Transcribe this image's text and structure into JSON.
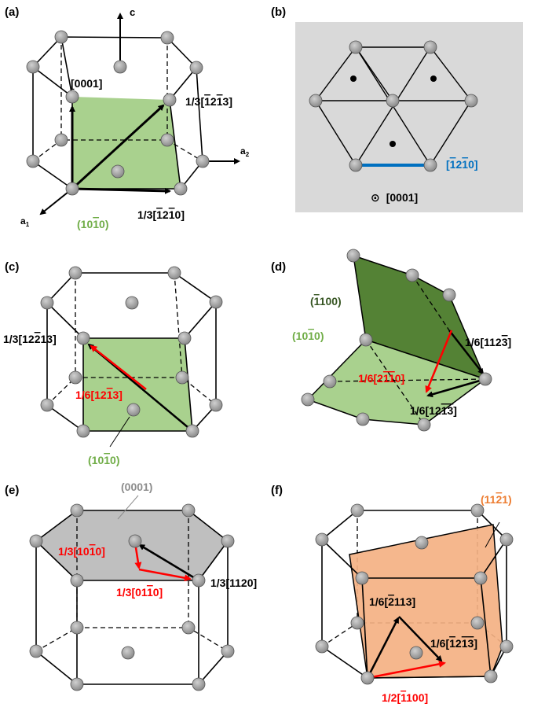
{
  "panels": {
    "a": {
      "tag": "(a)",
      "axis_c": "c",
      "axis_a1": "a",
      "axis_a1_sub": "1",
      "axis_a2": "a",
      "axis_a2_sub": "2",
      "dir_0001": "[0001]",
      "dir_top_prefix": "1/3[",
      "dir_top_a": "1",
      "dir_top_b": "2",
      "dir_top_c": "1",
      "dir_top_d": "3",
      "dir_bot_prefix": "1/3[",
      "dir_bot_a": "1",
      "dir_bot_b": "2",
      "dir_bot_c": "1",
      "dir_bot_d": "0",
      "plane_open": "(10",
      "plane_bar": "1",
      "plane_close": "0)"
    },
    "b": {
      "tag": "(b)",
      "dir_open": "[",
      "dir_a": "1",
      "dir_b": "2",
      "dir_c": "1",
      "dir_close": "0]",
      "zone_symbol": "⊙",
      "zone_axis": "[0001]"
    },
    "c": {
      "tag": "(c)",
      "dir_left_prefix": "1/3[12",
      "dir_left_bar": "2",
      "dir_left_rest": "13]",
      "dir_red_prefix": "1/6[12",
      "dir_red_bar": "1",
      "dir_red_rest": "3]",
      "plane_open": "(10",
      "plane_bar": "1",
      "plane_close": "0)"
    },
    "d": {
      "tag": "(d)",
      "plane_dark_open": "(",
      "plane_dark_bar": "1",
      "plane_dark_rest": "100)",
      "plane_light_open": "(10",
      "plane_light_bar": "1",
      "plane_light_close": "0)",
      "dir_top_prefix": "1/6[112",
      "dir_top_bar": "3",
      "dir_top_close": "]",
      "dir_red_prefix": "1/6[2",
      "dir_red_b1": "1",
      "dir_red_b2": "1",
      "dir_red_close": "0]",
      "dir_bot_prefix": "1/6[12",
      "dir_bot_b1": "1",
      "dir_bot_b2": "3",
      "dir_bot_close": "]"
    },
    "e": {
      "tag": "(e)",
      "plane": "(0001)",
      "dir_red1_prefix": "1/3[10",
      "dir_red1_bar": "1",
      "dir_red1_close": "0]",
      "dir_red2_prefix": "1/3[01",
      "dir_red2_bar": "1",
      "dir_red2_close": "0]",
      "dir_black": "1/3[1120]"
    },
    "f": {
      "tag": "(f)",
      "plane_open": "(11",
      "plane_bar": "2",
      "plane_close": "1)",
      "dir_top_prefix": "1/6[",
      "dir_top_bar": "2",
      "dir_top_rest": "113]",
      "dir_right_prefix": "1/6[",
      "dir_right_b1": "1",
      "dir_right_mid": "2",
      "dir_right_b2": "1",
      "dir_right_b3": "3",
      "dir_right_close": "]",
      "dir_red_prefix": "1/2[",
      "dir_red_bar": "1",
      "dir_red_rest": "100]"
    }
  },
  "colors": {
    "atom": "#a6a6a6",
    "light_green": "#a9d18e",
    "light_green_text": "#70ad47",
    "dark_green": "#548235",
    "dark_green_text": "#375623",
    "gray_plane": "#bfbfbf",
    "gray_text": "#8c8c8c",
    "panel_b_bg": "#d9d9d9",
    "orange_plane": "#f4b183",
    "orange_text": "#ed7d31",
    "red": "#ff0000",
    "blue": "#0070c0"
  }
}
